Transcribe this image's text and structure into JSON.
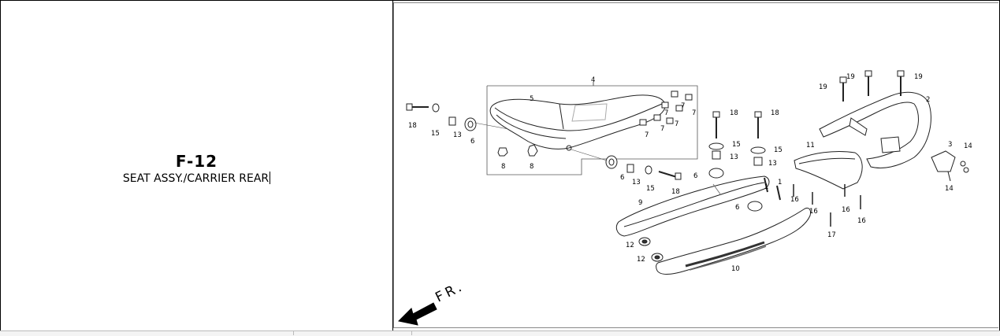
{
  "header": {
    "code": "F-12",
    "title": "SEAT ASSY./CARRIER REAR"
  },
  "diagram": {
    "direction_label": "FR.",
    "part_numbers": [
      "1",
      "2",
      "3",
      "4",
      "5",
      "6",
      "7",
      "8",
      "9",
      "10",
      "11",
      "12",
      "13",
      "14",
      "15",
      "16",
      "17",
      "18",
      "19"
    ]
  }
}
